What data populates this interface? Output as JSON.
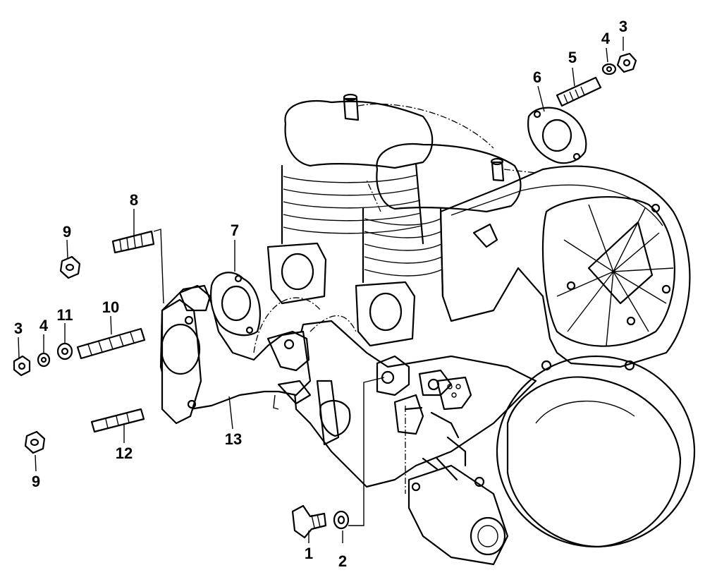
{
  "callouts": [
    {
      "id": "c1",
      "text": "1"
    },
    {
      "id": "c2",
      "text": "2"
    },
    {
      "id": "c3a",
      "text": "3"
    },
    {
      "id": "c4a",
      "text": "4"
    },
    {
      "id": "c5",
      "text": "5"
    },
    {
      "id": "c6",
      "text": "6"
    },
    {
      "id": "c7",
      "text": "7"
    },
    {
      "id": "c8",
      "text": "8"
    },
    {
      "id": "c9a",
      "text": "9"
    },
    {
      "id": "c10",
      "text": "10"
    },
    {
      "id": "c3b",
      "text": "3"
    },
    {
      "id": "c4b",
      "text": "4"
    },
    {
      "id": "c11",
      "text": "11"
    },
    {
      "id": "c12",
      "text": "12"
    },
    {
      "id": "c13",
      "text": "13"
    },
    {
      "id": "c9b",
      "text": "9"
    }
  ]
}
